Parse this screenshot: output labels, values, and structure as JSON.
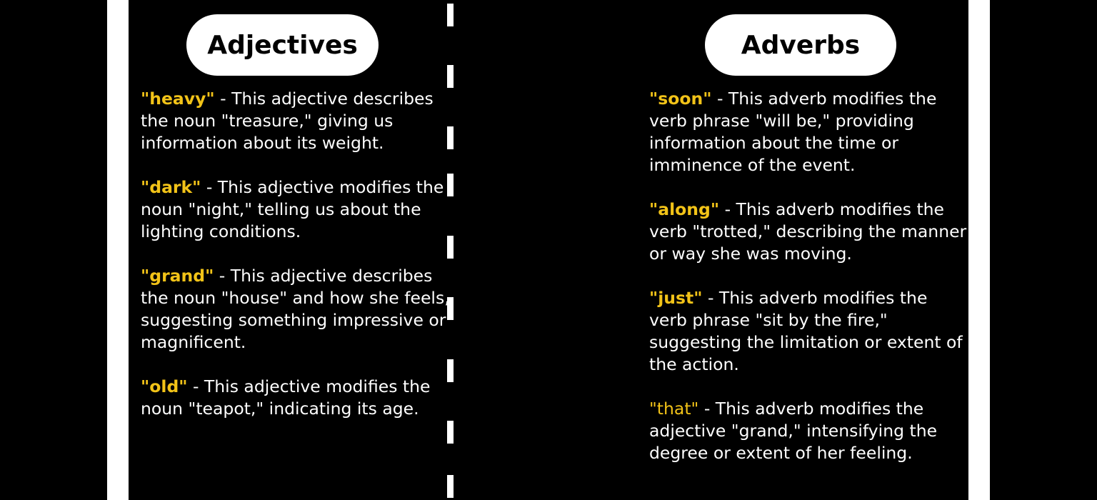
{
  "colors": {
    "accent": "#f2c318",
    "background": "#000000",
    "stripe": "#ffffff"
  },
  "adjectives": {
    "title": "Adjectives",
    "items": [
      {
        "word": "\"heavy\"",
        "text": " - This adjective describes the noun \"treasure,\" giving us information about its weight."
      },
      {
        "word": "\"dark\"",
        "text": " - This adjective modifies the noun \"night,\" telling us about the lighting conditions."
      },
      {
        "word": "\"grand\"",
        "text": " - This adjective describes the noun \"house\" and how she feels, suggesting something impressive or magnificent."
      },
      {
        "word": "\"old\"",
        "text": " - This adjective modifies the noun \"teapot,\" indicating its age."
      }
    ]
  },
  "adverbs": {
    "title": "Adverbs",
    "items": [
      {
        "word": "\"soon\"",
        "text": " - This adverb modifies the verb phrase \"will be,\" providing information about the time or imminence of the event."
      },
      {
        "word": "\"along\"",
        "text": " - This adverb modifies the verb \"trotted,\" describing the manner or way she was moving."
      },
      {
        "word": "\"just\"",
        "text": " - This adverb modifies the verb phrase \"sit by the fire,\" suggesting the limitation or extent of the action."
      },
      {
        "word": "\"that\"",
        "text": " - This adverb modifies the adjective \"grand,\" intensifying the degree or extent of her feeling."
      }
    ]
  }
}
